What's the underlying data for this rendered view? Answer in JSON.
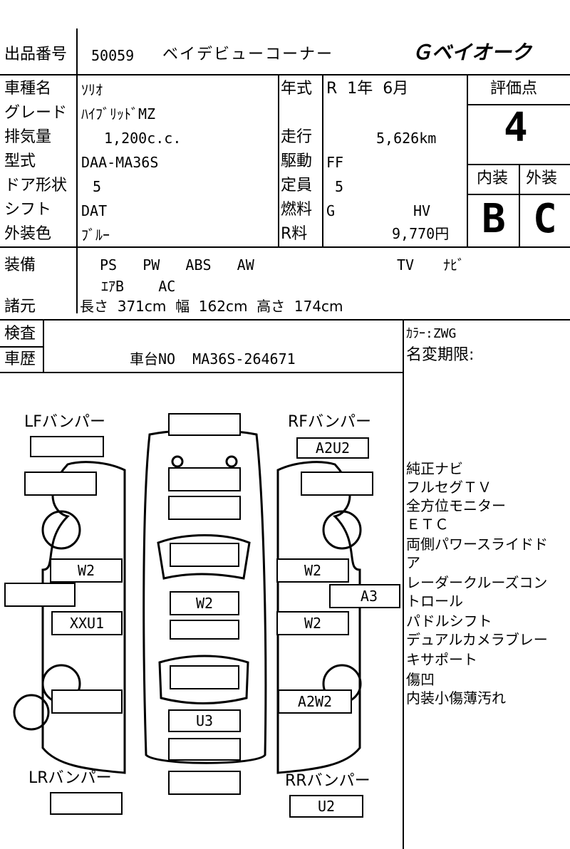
{
  "header": {
    "lot_label": "出品番号",
    "lot_number": "50059",
    "venue": "ベイデビューコーナー",
    "logo_text": "ベイオーク"
  },
  "spec": {
    "model_label": "車種名",
    "model_value": "ｿﾘｵ",
    "grade_label": "グレード",
    "grade_value": "ﾊｲﾌﾞﾘｯﾄﾞMZ",
    "displacement_label": "排気量",
    "displacement_value": "1,200c.c.",
    "type_label": "型式",
    "type_value": "DAA-MA36S",
    "doors_label": "ドア形状",
    "doors_value": "5",
    "shift_label": "シフト",
    "shift_value": "DAT",
    "color_label": "外装色",
    "color_value": "ﾌﾞﾙｰ",
    "year_label": "年式",
    "year_value": "R  1年  6月",
    "mileage_label": "走行",
    "mileage_value": "5,626km",
    "drive_label": "駆動",
    "drive_value": "FF",
    "capacity_label": "定員",
    "capacity_value": "5",
    "fuel_label": "燃料",
    "fuel_value": "G",
    "fuel_type": "HV",
    "recycle_label": "R料",
    "recycle_value": "9,770円"
  },
  "score": {
    "title": "評価点",
    "value": "4",
    "interior_label": "内装",
    "exterior_label": "外装",
    "interior_grade": "B",
    "exterior_grade": "C"
  },
  "equipment": {
    "label": "装備",
    "row1": "PS   PW   ABS   AW",
    "tv": "TV",
    "navi": "ﾅﾋﾞ",
    "row2": "ｴｱB    AC"
  },
  "dimensions": {
    "label": "諸元",
    "text": "長さ  371cm  幅  162cm  高さ  174cm"
  },
  "inspection": {
    "label": "検査",
    "history_label": "車歴",
    "chassis": "車台NO  MA36S-264671",
    "color_code": "ｶﾗｰ:ZWG",
    "name_change": "名変期限:"
  },
  "diagram": {
    "lf_bumper": "LFバンパー",
    "rf_bumper": "RFバンパー",
    "lr_bumper": "LRバンパー",
    "rr_bumper": "RRバンパー",
    "rf_mark": "A2U2",
    "left_front_door": "W2",
    "left_rear_door": "XXU1",
    "right_front_door": "W2",
    "right_mid": "A3",
    "right_rear_door": "W2",
    "roof": "W2",
    "right_quarter": "A2W2",
    "rear_panel": "U3",
    "rr_mark": "U2"
  },
  "notes": [
    "純正ナビ",
    "フルセグＴＶ",
    "全方位モニター",
    "ＥＴＣ",
    "両側パワースライドド",
    "ア",
    "レーダークルーズコン",
    "トロール",
    "パドルシフト",
    "デュアルカメラブレー",
    "キサポート",
    "傷凹",
    "内装小傷薄汚れ"
  ]
}
